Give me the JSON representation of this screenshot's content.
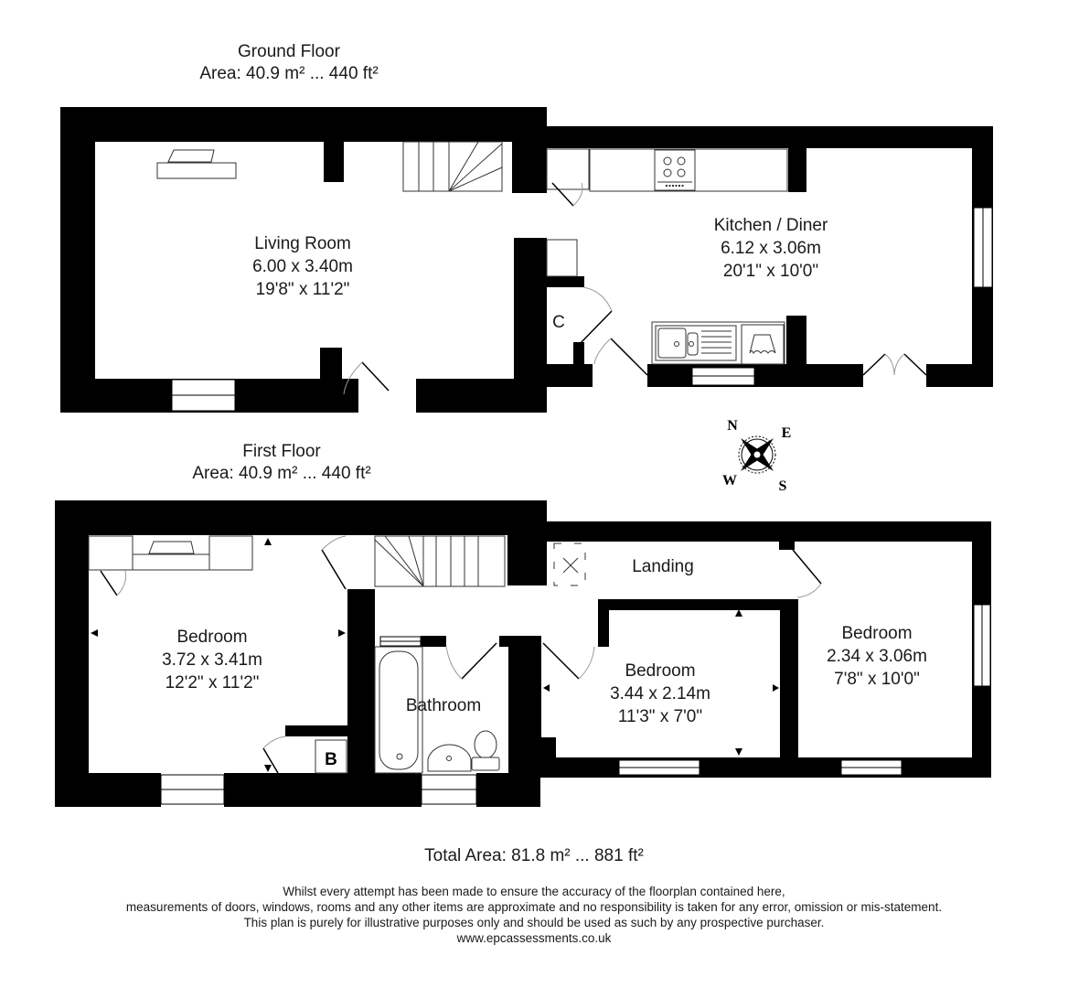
{
  "ground_floor": {
    "title": "Ground Floor",
    "area": "Area: 40.9 m² ... 440 ft²",
    "rooms": [
      {
        "name": "Living Room",
        "metric": "6.00 x 3.40m",
        "imperial": "19'8\" x 11'2\""
      },
      {
        "name": "Kitchen / Diner",
        "metric": "6.12 x 3.06m",
        "imperial": "20'1\" x 10'0\""
      }
    ],
    "cupboard_label": "C"
  },
  "first_floor": {
    "title": "First Floor",
    "area": "Area: 40.9 m² ... 440 ft²",
    "rooms": [
      {
        "name": "Bedroom",
        "metric": "3.72 x 3.41m",
        "imperial": "12'2\" x 11'2\""
      },
      {
        "name": "Bathroom"
      },
      {
        "name": "Bedroom",
        "metric": "3.44 x 2.14m",
        "imperial": "11'3\" x 7'0\""
      },
      {
        "name": "Bedroom",
        "metric": "2.34 x 3.06m",
        "imperial": "7'8\" x 10'0\""
      },
      {
        "name": "Landing"
      }
    ],
    "boiler_label": "B"
  },
  "compass": {
    "n": "N",
    "e": "E",
    "s": "S",
    "w": "W"
  },
  "total_area": "Total Area: 81.8 m² ... 881 ft²",
  "disclaimer": [
    "Whilst every attempt has been made to ensure the accuracy of the floorplan contained here,",
    "measurements of doors, windows, rooms and any other items are approximate and no responsibility is taken for any error, omission or mis-statement.",
    "This plan is purely for illustrative purposes only and should be used as such by any prospective purchaser.",
    "www.epcassessments.co.uk"
  ],
  "colors": {
    "wall": "#000000",
    "background": "#ffffff",
    "fixture_line": "#333333",
    "door_arc": "#999999"
  }
}
